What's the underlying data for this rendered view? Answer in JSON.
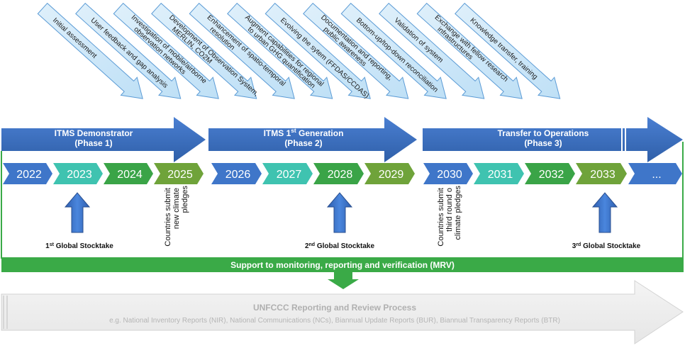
{
  "activities": [
    "Initial assessment",
    "User feedback and gap analysis",
    "Investigation of mobile/airborne observation networks",
    "Development of Observation System, MERLIN, CO2M",
    "Enhancement of spatio-temporal resolution",
    "Augment capabilities for regional to urban GHG quantification",
    "Evolving the sytem (FFDAS/CCDAS)",
    "Documentation and reporting, public awareness",
    "Bottom-up/top-down reconciliation",
    "Validation of system",
    "Exchange with fellow research infrastructures",
    "Knowledge transfer, training"
  ],
  "phases": [
    {
      "title": "ITMS Demonstrator",
      "sub": "(Phase 1)"
    },
    {
      "title": "ITMS 1st Generation",
      "sub": "(Phase 2)"
    },
    {
      "title": "Transfer to Operations",
      "sub": "(Phase 3)"
    }
  ],
  "years": [
    "2022",
    "2023",
    "2024",
    "2025",
    "2026",
    "2027",
    "2028",
    "2029",
    "2030",
    "2031",
    "2032",
    "2033",
    "..."
  ],
  "notes": {
    "y2025": "Countries submit new climate pledges",
    "y2030": "Countries submit third round of climate pledges"
  },
  "stocktakes": [
    "1st Global Stocktake",
    "2nd Global Stocktake",
    "3rd Global Stocktake"
  ],
  "mrv": "Support to monitoring, reporting and verification (MRV)",
  "unfccc": {
    "title": "UNFCCC Reporting and Review Process",
    "sub": "e.g. National Inventory Reports (NIR), National Communications (NCs), Biannual Update Reports (BUR), Biannual Transparency Reports (BTR)"
  },
  "colors": {
    "blue": "#3f76c9",
    "teal": "#3fc3b0",
    "green": "#3aa447",
    "olive": "#6fa33a",
    "mrv": "#3aaa47"
  }
}
